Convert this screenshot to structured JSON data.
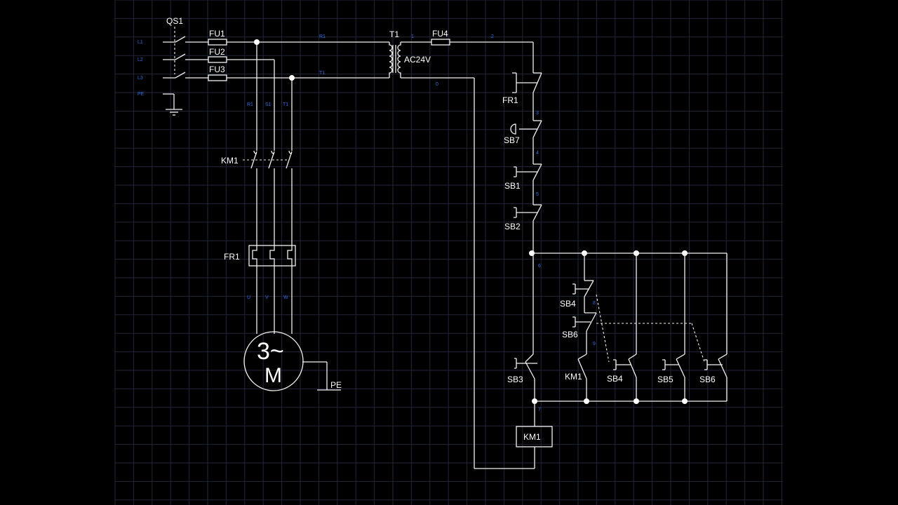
{
  "colors": {
    "background": "#000000",
    "wire": "#f2f2f2",
    "net_label": "#2f6fe0",
    "grid": "#23263a"
  },
  "labels": {
    "qs1": "QS1",
    "fu1": "FU1",
    "fu2": "FU2",
    "fu3": "FU3",
    "fu4": "FU4",
    "t1": "T1",
    "ac24v": "AC24V",
    "km1_contacts": "KM1",
    "fr1_main": "FR1",
    "fr1_ctrl": "FR1",
    "sb7": "SB7",
    "sb1": "SB1",
    "sb2": "SB2",
    "sb4_upper": "SB4",
    "sb6_upper": "SB6",
    "sb3": "SB3",
    "km1_aux": "KM1",
    "sb4_lower": "SB4",
    "sb5": "SB5",
    "sb6_lower": "SB6",
    "km1_coil": "KM1",
    "pe_motor": "PE",
    "motor_phase": "3~",
    "motor_m": "M"
  },
  "nets": {
    "l1": "L1",
    "l2": "L2",
    "l3": "L3",
    "pe": "PE",
    "r1_top": "R1",
    "t1_top": "T1",
    "r1": "R1",
    "s1": "S1",
    "t1": "T1",
    "u": "U",
    "v": "V",
    "w": "W",
    "n1": "1",
    "n2": "2",
    "n0": "0",
    "n3": "3",
    "n4": "4",
    "n5": "5",
    "n6": "6",
    "n8": "8",
    "n9": "9",
    "n7": "7"
  }
}
